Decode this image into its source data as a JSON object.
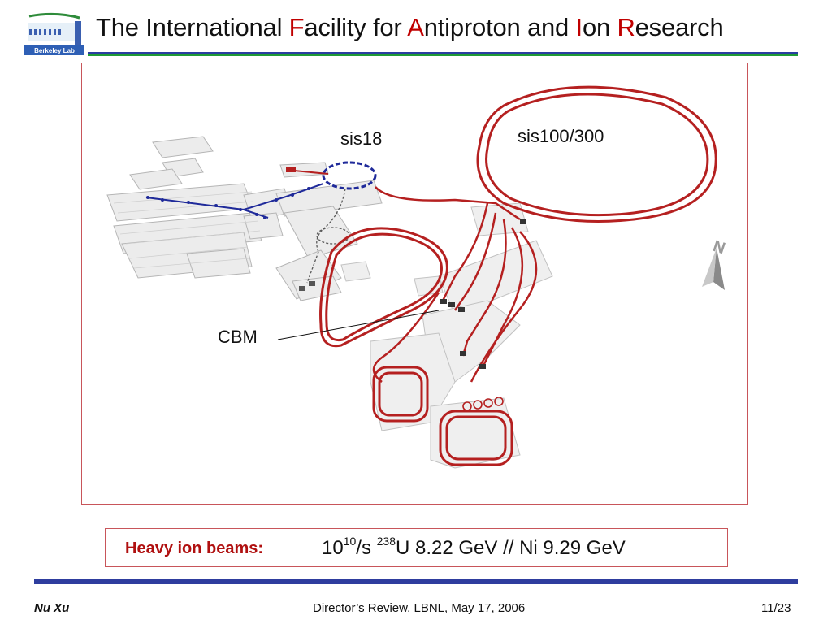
{
  "header": {
    "logo_text": "Berkeley Lab",
    "title_parts": [
      {
        "text": "The International ",
        "highlight": false
      },
      {
        "text": "F",
        "highlight": true
      },
      {
        "text": "acility for ",
        "highlight": false
      },
      {
        "text": "A",
        "highlight": true
      },
      {
        "text": "ntiproton and ",
        "highlight": false
      },
      {
        "text": "I",
        "highlight": true
      },
      {
        "text": "on ",
        "highlight": false
      },
      {
        "text": "R",
        "highlight": true
      },
      {
        "text": "esearch",
        "highlight": false
      }
    ]
  },
  "figure": {
    "labels": {
      "sis18": "sis18",
      "sis100": "sis100/300",
      "cbm": "CBM",
      "north": "N"
    }
  },
  "beams": {
    "label": "Heavy ion beams:",
    "rate_base": "10",
    "rate_exp": "10",
    "rate_unit": "/s ",
    "isotope_mass": "238",
    "isotope_symbol": "U",
    "details": "  8.22 GeV // Ni 9.29 GeV"
  },
  "footer": {
    "author": "Nu Xu",
    "event": "Director’s Review, LBNL, May 17,  2006",
    "page": "11/23"
  },
  "colors": {
    "accent_red": "#c00000",
    "ring_red": "#b52020",
    "rule_blue": "#2e3d9e",
    "rule_green": "#1f9a35",
    "sis18_blue": "#1f2a9a"
  }
}
